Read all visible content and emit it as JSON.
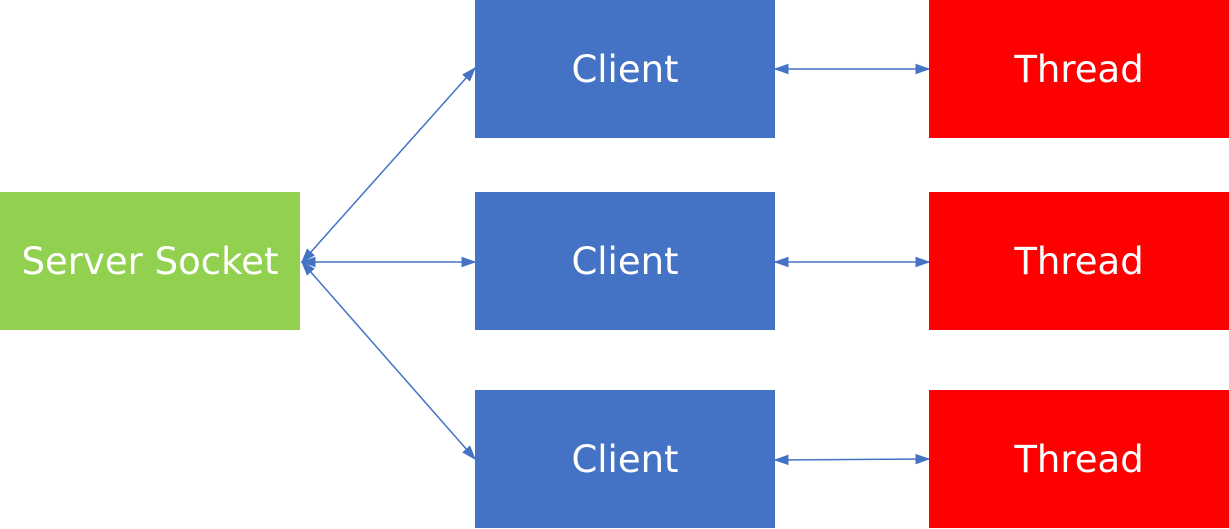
{
  "colors": {
    "server": "#92D050",
    "client": "#4472C4",
    "thread": "#FF0000",
    "connector": "#4472C4"
  },
  "server": {
    "label": "Server Socket"
  },
  "clients": [
    {
      "label": "Client"
    },
    {
      "label": "Client"
    },
    {
      "label": "Client"
    }
  ],
  "threads": [
    {
      "label": "Thread"
    },
    {
      "label": "Thread"
    },
    {
      "label": "Thread"
    }
  ]
}
